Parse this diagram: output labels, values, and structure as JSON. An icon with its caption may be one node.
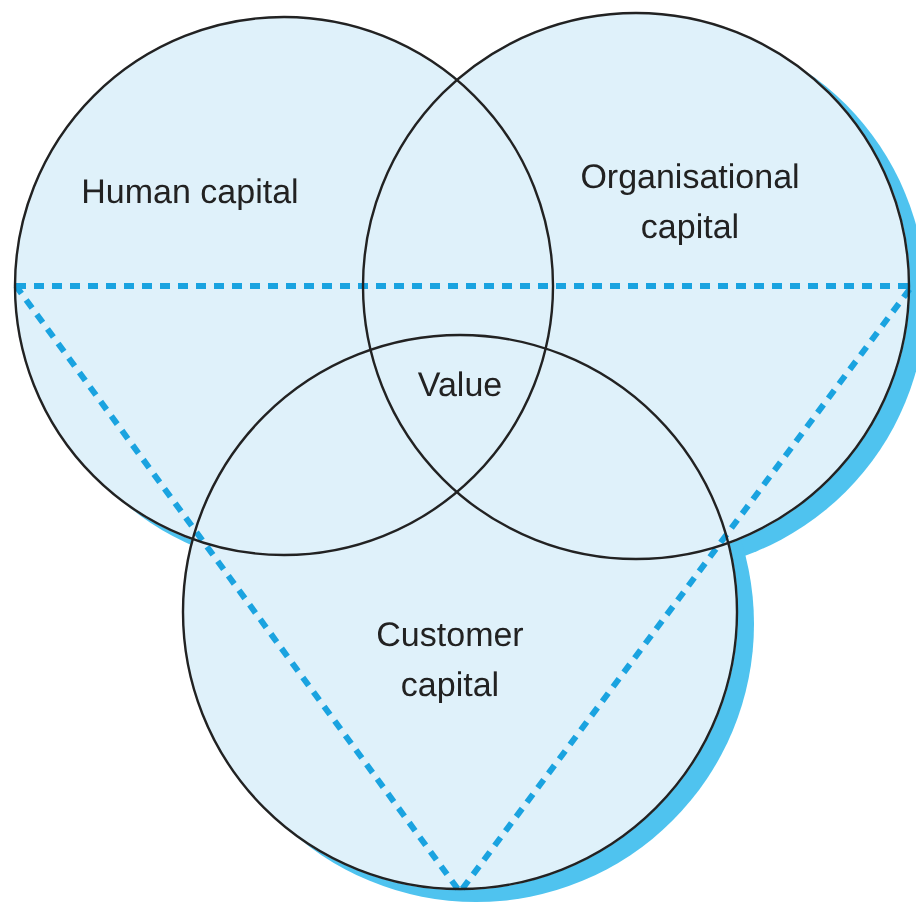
{
  "diagram": {
    "nodes": [
      {
        "text": [
          "Human capital"
        ]
      },
      {
        "text": [
          "Organisational capital"
        ]
      },
      {
        "text": [
          "Customer capital"
        ]
      }
    ],
    "edges": [],
    "labels": [
      "Value"
    ]
  }
}
